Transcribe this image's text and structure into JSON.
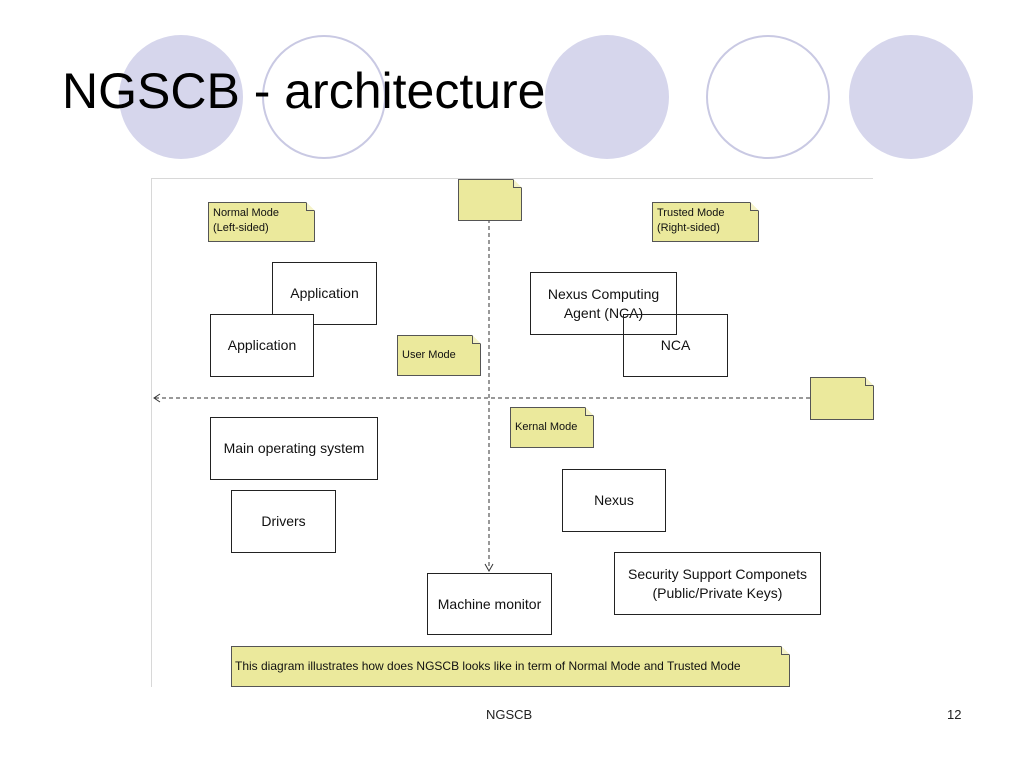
{
  "slide": {
    "title": "NGSCB - architecture",
    "footer": "NGSCB",
    "page_number": "12"
  },
  "diagram": {
    "notes": {
      "normal_mode": "Normal Mode\n(Left-sided)",
      "trusted_mode": "Trusted Mode\n(Right-sided)",
      "user_mode": "User Mode",
      "kernel_mode": "Kernal Mode",
      "caption": "This diagram illustrates how does NGSCB looks like in term of Normal Mode and Trusted Mode"
    },
    "boxes": {
      "application_back": "Application",
      "application_front": "Application",
      "nca_full": "Nexus Computing\nAgent (NCA)",
      "nca": "NCA",
      "main_os": "Main operating system",
      "drivers": "Drivers",
      "nexus": "Nexus",
      "security_support": "Security Support Componets\n(Public/Private Keys)",
      "machine_monitor": "Machine monitor"
    }
  },
  "colors": {
    "note_fill": "#ebe99c",
    "circle_fill": "#d6d6ec",
    "circle_outline": "#c9c9e3"
  }
}
